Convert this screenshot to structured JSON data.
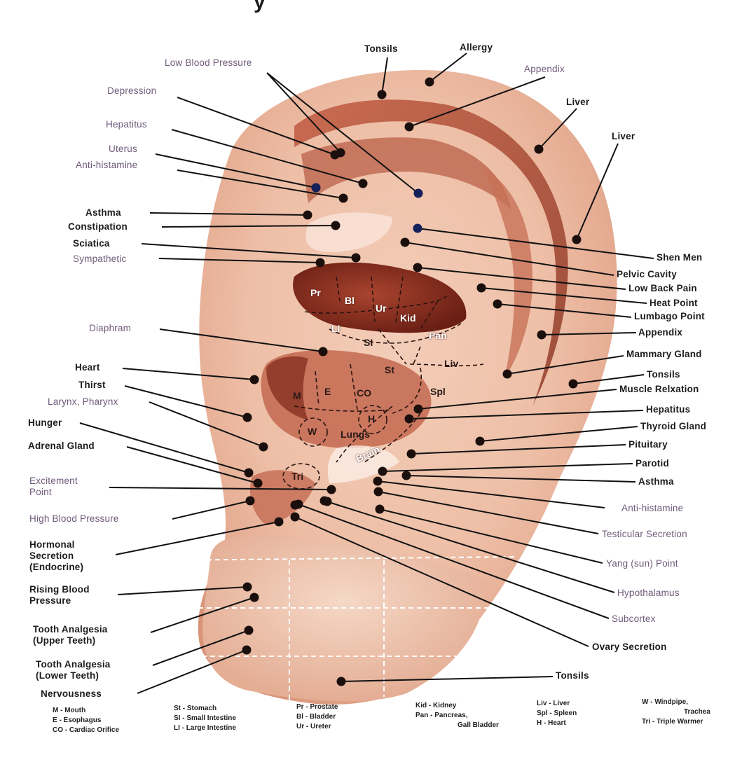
{
  "title_fragment": "y",
  "colors": {
    "skin_light": "#f6dccc",
    "skin_mid": "#e6a98f",
    "skin_dark": "#a14c35",
    "concha": "#7a2419",
    "point": "#1a0f0c",
    "point_blue": "#13205a",
    "line": "#111111"
  },
  "labels_left": [
    {
      "id": "depression",
      "text": "Depression",
      "tone": "light"
    },
    {
      "id": "hepatitus",
      "text": "Hepatitus",
      "tone": "light"
    },
    {
      "id": "uterus",
      "text": "Uterus",
      "tone": "light"
    },
    {
      "id": "antihistamine",
      "text": "Anti-histamine",
      "tone": "light"
    },
    {
      "id": "asthma",
      "text": "Asthma",
      "tone": "dark"
    },
    {
      "id": "constipation",
      "text": "Constipation",
      "tone": "dark"
    },
    {
      "id": "sciatica",
      "text": "Sciatica",
      "tone": "dark"
    },
    {
      "id": "sympathetic",
      "text": "Sympathetic",
      "tone": "light"
    },
    {
      "id": "diaphram",
      "text": "Diaphram",
      "tone": "light"
    },
    {
      "id": "heart",
      "text": "Heart",
      "tone": "dark"
    },
    {
      "id": "thirst",
      "text": "Thirst",
      "tone": "dark"
    },
    {
      "id": "larynx",
      "text": "Larynx, Pharynx",
      "tone": "light"
    },
    {
      "id": "hunger",
      "text": "Hunger",
      "tone": "dark"
    },
    {
      "id": "adrenal",
      "text": "Adrenal Gland",
      "tone": "dark"
    },
    {
      "id": "excitement",
      "lines": [
        "Excitement",
        "Point"
      ],
      "tone": "light"
    },
    {
      "id": "hbp",
      "text": "High Blood Pressure",
      "tone": "light"
    },
    {
      "id": "hormonal",
      "lines": [
        "Hormonal",
        "Secretion",
        "(Endocrine)"
      ],
      "tone": "dark"
    },
    {
      "id": "rising",
      "lines": [
        "Rising Blood",
        "Pressure"
      ],
      "tone": "dark"
    },
    {
      "id": "tooth_upper",
      "lines": [
        "Tooth Analgesia",
        "(Upper Teeth)"
      ],
      "tone": "dark"
    },
    {
      "id": "tooth_lower",
      "lines": [
        "Tooth Analgesia",
        "(Lower Teeth)"
      ],
      "tone": "dark"
    },
    {
      "id": "nervousness",
      "text": "Nervousness",
      "tone": "dark"
    }
  ],
  "labels_top": [
    {
      "id": "tonsils_top",
      "text": "Tonsils",
      "tone": "dark"
    },
    {
      "id": "allergy",
      "text": "Allergy",
      "tone": "dark"
    },
    {
      "id": "lbp",
      "text": "Low Blood Pressure",
      "tone": "light"
    },
    {
      "id": "appendix_top",
      "text": "Appendix",
      "tone": "light"
    },
    {
      "id": "liver1",
      "text": "Liver",
      "tone": "dark"
    },
    {
      "id": "liver2",
      "text": "Liver",
      "tone": "dark"
    }
  ],
  "labels_right": [
    {
      "id": "shenmen",
      "text": "Shen Men",
      "tone": "dark"
    },
    {
      "id": "pelvic",
      "text": "Pelvic Cavity",
      "tone": "dark"
    },
    {
      "id": "lowback",
      "text": "Low Back Pain",
      "tone": "dark"
    },
    {
      "id": "heatpoint",
      "text": "Heat Point",
      "tone": "dark"
    },
    {
      "id": "lumbago",
      "text": "Lumbago Point",
      "tone": "dark"
    },
    {
      "id": "appendix_r",
      "text": "Appendix",
      "tone": "dark"
    },
    {
      "id": "mammary",
      "text": "Mammary Gland",
      "tone": "dark"
    },
    {
      "id": "tonsils_r",
      "text": "Tonsils",
      "tone": "dark"
    },
    {
      "id": "muscle",
      "text": "Muscle Relxation",
      "tone": "dark"
    },
    {
      "id": "hepatitus_r",
      "text": "Hepatitus",
      "tone": "dark"
    },
    {
      "id": "thyroid",
      "text": "Thyroid Gland",
      "tone": "dark"
    },
    {
      "id": "pituitary",
      "text": "Pituitary",
      "tone": "dark"
    },
    {
      "id": "parotid",
      "text": "Parotid",
      "tone": "dark"
    },
    {
      "id": "asthma_r",
      "text": "Asthma",
      "tone": "dark"
    },
    {
      "id": "antihist_r",
      "text": "Anti-histamine",
      "tone": "light"
    },
    {
      "id": "testicular",
      "text": "Testicular Secretion",
      "tone": "light"
    },
    {
      "id": "yang",
      "text": "Yang (sun) Point",
      "tone": "light"
    },
    {
      "id": "hypothalamus",
      "text": "Hypothalamus",
      "tone": "light"
    },
    {
      "id": "subcortex",
      "text": "Subcortex",
      "tone": "light"
    },
    {
      "id": "ovary",
      "text": "Ovary Secretion",
      "tone": "dark"
    },
    {
      "id": "tonsils_bottom",
      "text": "Tonsils",
      "tone": "dark"
    }
  ],
  "organ_codes": [
    {
      "id": "pr",
      "text": "Pr"
    },
    {
      "id": "bl",
      "text": "Bl"
    },
    {
      "id": "ur",
      "text": "Ur"
    },
    {
      "id": "kid",
      "text": "Kid"
    },
    {
      "id": "li",
      "text": "LI"
    },
    {
      "id": "pan",
      "text": "Pan"
    },
    {
      "id": "si",
      "text": "SI"
    },
    {
      "id": "liv",
      "text": "Liv"
    },
    {
      "id": "st",
      "text": "St"
    },
    {
      "id": "m",
      "text": "M"
    },
    {
      "id": "e",
      "text": "E"
    },
    {
      "id": "co",
      "text": "CO"
    },
    {
      "id": "spl",
      "text": "Spl"
    },
    {
      "id": "w",
      "text": "W"
    },
    {
      "id": "h",
      "text": "H"
    },
    {
      "id": "lungs",
      "text": "Lungs"
    },
    {
      "id": "brain",
      "text": "Brain"
    },
    {
      "id": "tri",
      "text": "Tri"
    }
  ],
  "legend": [
    {
      "lines": [
        "M - Mouth",
        "E - Esophagus",
        "CO - Cardiac Orifice"
      ]
    },
    {
      "lines": [
        "St - Stomach",
        "SI - Small Intestine",
        "LI - Large Intestine"
      ]
    },
    {
      "lines": [
        "Pr - Prostate",
        "Bl - Bladder",
        "Ur - Ureter"
      ]
    },
    {
      "lines": [
        "Kid - Kidney",
        "Pan - Pancreas,",
        "Gall Bladder"
      ]
    },
    {
      "lines": [
        "Liv - Liver",
        "Spl - Spleen",
        "H - Heart"
      ]
    },
    {
      "lines": [
        "W - Windpipe,",
        "Trachea",
        "Tri - Triple Warmer"
      ]
    }
  ]
}
